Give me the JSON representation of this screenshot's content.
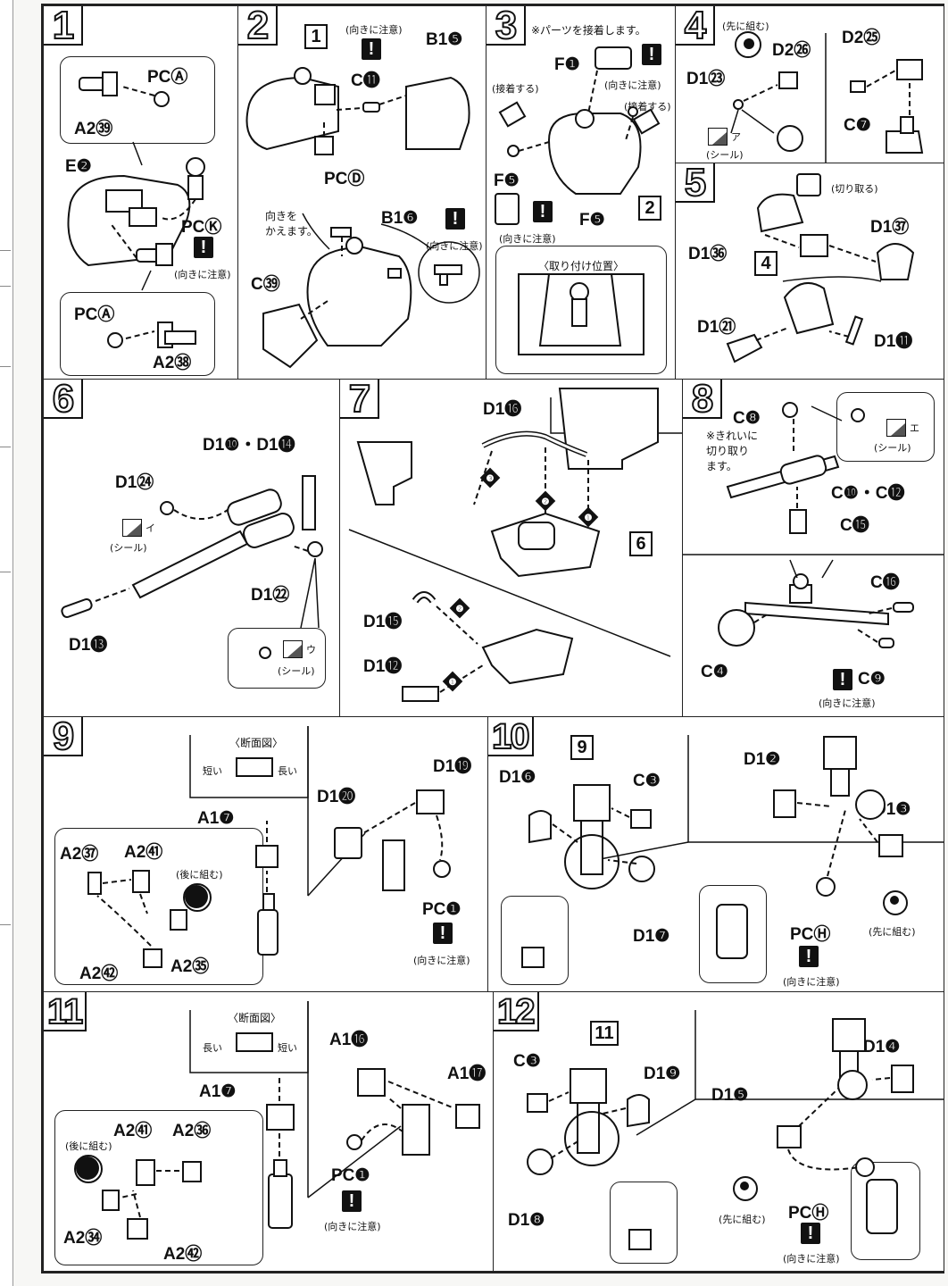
{
  "steps": [
    {
      "num": "1",
      "labels": {
        "pc_a_top": "PCⒶ",
        "a2_39": "A2㊴",
        "e2": "E❷",
        "pc_k": "PCⓀ",
        "pc_a_bottom": "PCⒶ",
        "a2_38": "A2㊳"
      },
      "caution": "(向きに注意)"
    },
    {
      "num": "2",
      "labels": {
        "c11": "C⓫",
        "b1_5": "B1❺",
        "pc_d": "PCⒹ",
        "b1_6": "B1❻",
        "c39": "C㊴",
        "ref": "1"
      },
      "caution_top": "(向きに注意)",
      "caution_mid": "(向きに注意)",
      "note_turn": "向きを\nかえます。"
    },
    {
      "num": "3",
      "header": "※パーツを接着します。",
      "labels": {
        "f1": "F❶",
        "f5_left": "F❺",
        "f5_right": "F❺",
        "ref": "2"
      },
      "glue_left": "(接着する)",
      "glue_right": "(接着する)",
      "caution_top": "(向きに注意)",
      "caution_bottom": "(向きに注意)",
      "position_title": "〈取り付け位置〉"
    },
    {
      "num": "4",
      "labels": {
        "d1_23": "D1㉓",
        "d2_26": "D2㉖",
        "d2_25": "D2㉕",
        "c7": "C❼"
      },
      "assemble_first": "(先に組む)",
      "seal": "(シール)",
      "seal_letter": "ア"
    },
    {
      "num": "5",
      "labels": {
        "d1_36": "D1㊱",
        "d1_37": "D1㊲",
        "d1_21": "D1㉑",
        "d1_11": "D1⓫",
        "ref": "4"
      },
      "cut": "(切り取る)"
    },
    {
      "num": "6",
      "labels": {
        "d1_10_14": "D1❿・D1⓮",
        "d1_24": "D1㉔",
        "d1_22": "D1㉒",
        "d1_13": "D1⓭"
      },
      "seal_i": "(シール)",
      "seal_letter_i": "イ",
      "seal_u": "(シール)",
      "seal_letter_u": "ウ"
    },
    {
      "num": "7",
      "labels": {
        "d1_16": "D1⓰",
        "d1_15": "D1⓯",
        "d1_12": "D1⓬",
        "ref": "6"
      },
      "order": [
        "❸",
        "❷",
        "❶",
        "❷",
        "❶"
      ]
    },
    {
      "num": "8",
      "labels": {
        "c8": "C❽",
        "c10_12": "C❿・C⓬",
        "c15": "C⓯",
        "c16": "C⓰",
        "c4": "C❹",
        "c9": "C❾"
      },
      "trim_note": "※きれいに\n切り取り\nます。",
      "seal": "(シール)",
      "seal_letter": "エ",
      "caution": "(向きに注意)"
    },
    {
      "num": "9",
      "labels": {
        "a1_7": "A1❼",
        "a2_37": "A2㊲",
        "a2_41": "A2㊶",
        "a2_35": "A2㉟",
        "a2_42": "A2㊷",
        "d1_20": "D1⓴",
        "d1_19": "D1⓳",
        "pc_i": "PC❶"
      },
      "section": "〈断面図〉",
      "short": "短い",
      "long": "長い",
      "assemble_after": "(後に組む)",
      "caution": "(向きに注意)"
    },
    {
      "num": "10",
      "labels": {
        "d1_6": "D1❻",
        "c3": "C❸",
        "d1_7": "D1❼",
        "d1_2": "D1❷",
        "d1_3": "D1❸",
        "pc_h": "PCⒽ",
        "ref": "9"
      },
      "assemble_first": "(先に組む)",
      "caution": "(向きに注意)"
    },
    {
      "num": "11",
      "labels": {
        "a1_7": "A1❼",
        "a1_16": "A1⓰",
        "a1_17": "A1⓱",
        "a2_41": "A2㊶",
        "a2_36": "A2㊱",
        "a2_34": "A2㉞",
        "a2_42": "A2㊷",
        "pc_i": "PC❶"
      },
      "section": "〈断面図〉",
      "long": "長い",
      "short": "短い",
      "assemble_after": "(後に組む)",
      "caution": "(向きに注意)"
    },
    {
      "num": "12",
      "labels": {
        "c3": "C❸",
        "d1_9": "D1❾",
        "d1_8": "D1❽",
        "d1_4": "D1❹",
        "d1_5": "D1❺",
        "pc_h": "PCⒽ",
        "ref": "11"
      },
      "assemble_first": "(先に組む)",
      "caution": "(向きに注意)"
    }
  ],
  "warn_symbol": "!"
}
